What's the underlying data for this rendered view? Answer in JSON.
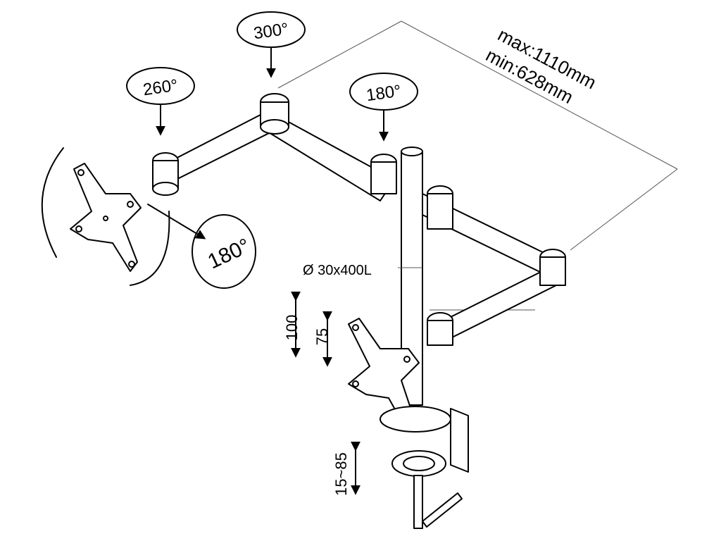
{
  "dimensions": {
    "arm_reach_max": "max:1110mm",
    "arm_reach_min": "min:628mm",
    "pole": "Ø 30x400L",
    "vesa_large": "100",
    "vesa_small": "75",
    "clamp_range": "15~85"
  },
  "rotations": {
    "top_joint": "300°",
    "left_joint": "260°",
    "right_joint": "180°",
    "left_tilt": "180°"
  },
  "colors": {
    "line": "#000000",
    "guide": "#555555",
    "background": "#ffffff"
  }
}
